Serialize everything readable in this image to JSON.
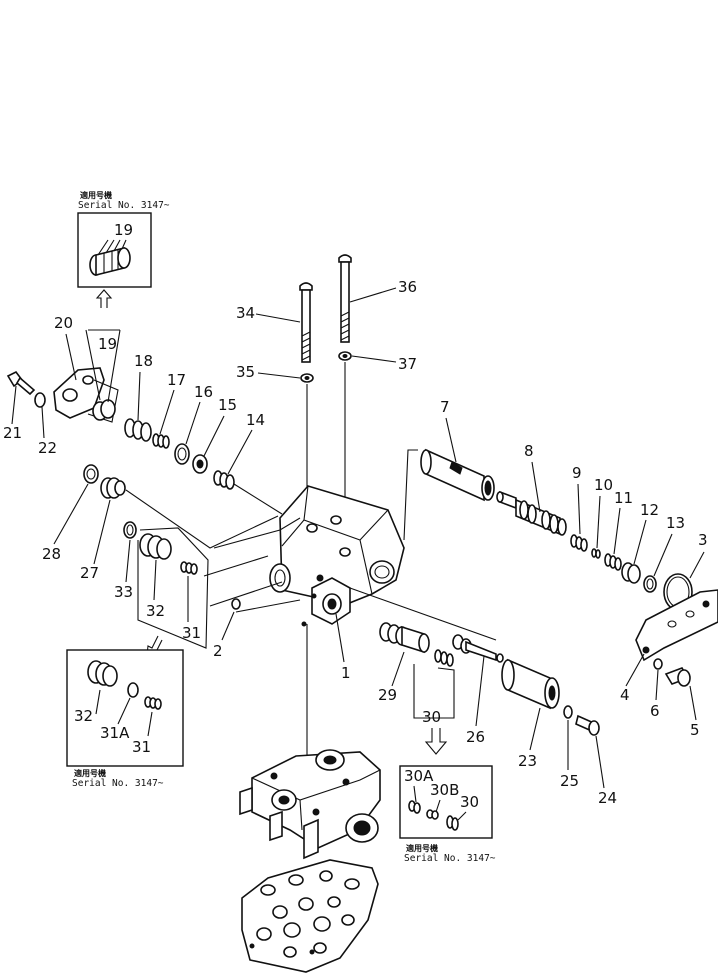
{
  "notes": {
    "jp": "適用号機",
    "serial": "Serial No. 3147~"
  },
  "labels": {
    "l1": "1",
    "l2": "2",
    "l3": "3",
    "l4": "4",
    "l5": "5",
    "l6": "6",
    "l7": "7",
    "l8": "8",
    "l9": "9",
    "l10": "10",
    "l11": "11",
    "l12": "12",
    "l13": "13",
    "l14": "14",
    "l15": "15",
    "l16": "16",
    "l17": "17",
    "l18": "18",
    "l19a": "19",
    "l19b": "19",
    "l20": "20",
    "l21": "21",
    "l22": "22",
    "l23": "23",
    "l24": "24",
    "l25": "25",
    "l26": "26",
    "l27": "27",
    "l28": "28",
    "l29": "29",
    "l30": "30",
    "l30a": "30A",
    "l30b": "30B",
    "l30c": "30",
    "l31": "31",
    "l31a": "31A",
    "l31b": "31",
    "l32": "32",
    "l32b": "32",
    "l33": "33",
    "l34": "34",
    "l35": "35",
    "l36": "36",
    "l37": "37"
  }
}
